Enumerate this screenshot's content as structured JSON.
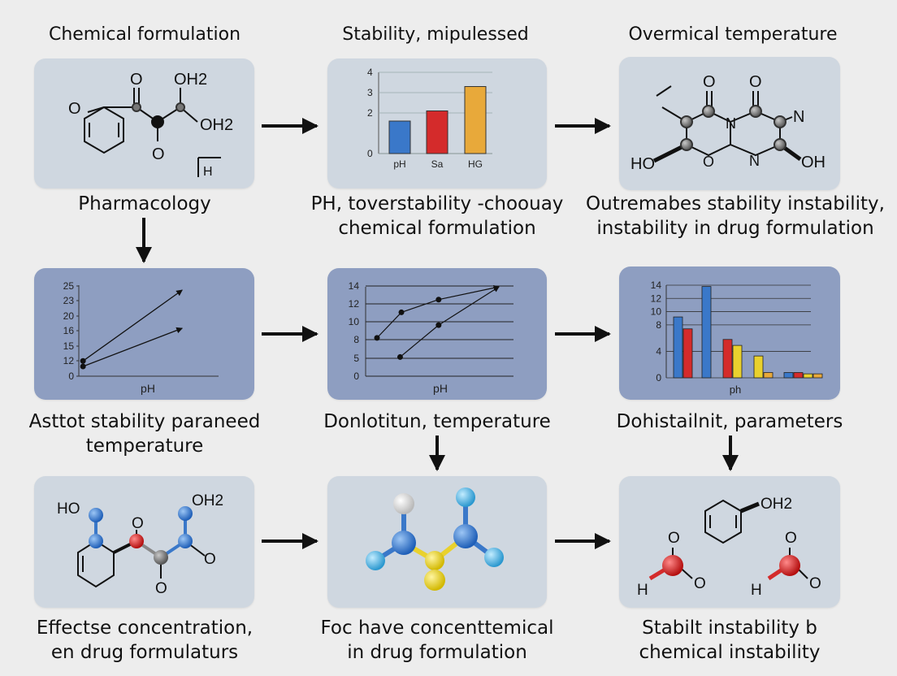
{
  "headings": {
    "col1": "Chemical formulation",
    "col2": "Stability, mipulessed",
    "col3": "Overmical temperature"
  },
  "captions": {
    "r1c1": "Pharmacology",
    "r1c2_line1": "PH, toverstability -choouay",
    "r1c2_line2": "chemical formulation",
    "r1c3_line1": "Outremabes stability instability,",
    "r1c3_line2": "instability in drug formulation",
    "r2c1_line1": "Asttot stability paraneed",
    "r2c1_line2": "temperature",
    "r2c2": "Donlotitun, temperature",
    "r2c3": "Dohistailnit, parameters",
    "r3c1_line1": "Effectse concentration,",
    "r3c1_line2": "en drug formulaturs",
    "r3c2_line1": "Foc have concenttemical",
    "r3c2_line2": "in drug formulation",
    "r3c3_line1": "Stabilt instability b",
    "r3c3_line2": "chemical instability"
  },
  "molecule_labels": {
    "m1_o_left": "O",
    "m1_o_top": "O",
    "m1_oh2_top": "OH2",
    "m1_oh2_right": "OH2",
    "m1_o_bottom": "O",
    "m1_h": "H",
    "m3_o1": "O",
    "m3_o2": "O",
    "m3_n_top": "N",
    "m3_n_mid": "N",
    "m3_n_right": "N",
    "m3_o_mid": "O",
    "m3_ho": "HO",
    "m3_oh": "OH",
    "m7_ho": "HO",
    "m7_oh2": "OH2",
    "m7_o_top": "O",
    "m7_o_right": "O",
    "m7_o_bottom": "O",
    "m9_oh2": "OH2",
    "m9_o1": "O",
    "m9_o2": "O",
    "m9_o3": "O",
    "m9_o4": "O",
    "m9_h1": "H",
    "m9_h2": "H"
  },
  "colors": {
    "blue": "#3a78c9",
    "red": "#d42b2b",
    "orange": "#e8a93a",
    "yellow": "#e9d12e",
    "grey": "#808080",
    "light_blue": "#5ab8e4"
  },
  "chart_data": [
    {
      "type": "bar",
      "categories": [
        "pH",
        "Sa",
        "HG"
      ],
      "values": [
        1.6,
        2.1,
        3.3
      ],
      "ylim": [
        0,
        4
      ],
      "yticks": [
        "0",
        "2",
        "3",
        "4"
      ]
    },
    {
      "type": "line",
      "xlabel": "pH",
      "yticks": [
        "0",
        "12",
        "15",
        "16",
        "20",
        "23",
        "25"
      ],
      "series": [
        {
          "x": [
            0.03,
            0.74
          ],
          "y": [
            12,
            25
          ]
        },
        {
          "x": [
            0.03,
            0.74
          ],
          "y": [
            11,
            18
          ]
        }
      ]
    },
    {
      "type": "line",
      "xlabel": "pH",
      "yticks": [
        "0",
        "5",
        "8",
        "10",
        "12",
        "14"
      ],
      "ylim": [
        0,
        14
      ],
      "series": [
        {
          "x": [
            0,
            0.19,
            0.48,
            0.95
          ],
          "y": [
            6,
            10,
            12,
            14
          ]
        },
        {
          "x": [
            0.18,
            0.48,
            0.95
          ],
          "y": [
            3,
            8,
            14
          ]
        }
      ]
    },
    {
      "type": "bar",
      "xlabel": "ph",
      "ylim": [
        0,
        14
      ],
      "yticks": [
        "0",
        "4",
        "8",
        "10",
        "12",
        "14"
      ],
      "series": [
        {
          "name": "",
          "values": [
            9.2,
            13.8,
            0,
            0,
            0.8
          ]
        },
        {
          "name": "",
          "values": [
            7.4,
            0,
            5.8,
            0,
            0.8
          ]
        },
        {
          "name": "",
          "values": [
            0,
            0,
            4.9,
            3.3,
            0.6
          ]
        },
        {
          "name": "",
          "values": [
            0,
            0,
            0,
            0.8,
            0.6
          ]
        }
      ]
    }
  ]
}
